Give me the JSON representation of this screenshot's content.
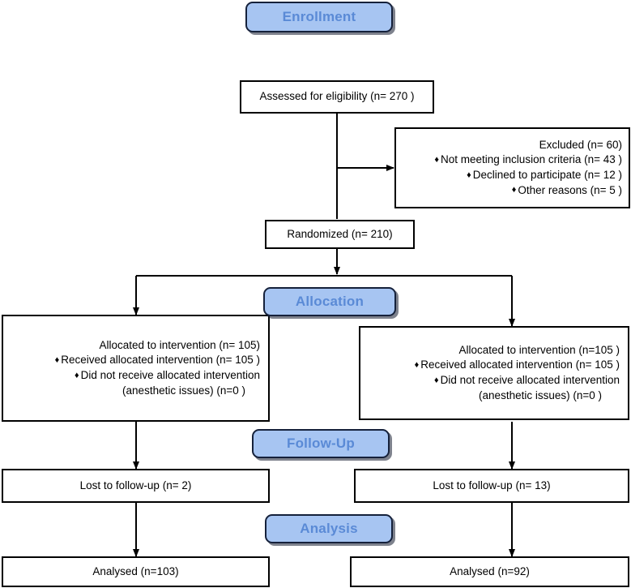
{
  "diagram": {
    "title": "CONSORT participant flow diagram",
    "colors": {
      "banner_fill": "#a7c5f2",
      "banner_border": "#15213b",
      "banner_text": "#5a8ad6",
      "box_border": "#000000",
      "box_fill": "#ffffff",
      "connector": "#000000"
    }
  },
  "banners": {
    "enrollment": "Enrollment",
    "allocation": "Allocation",
    "followup": "Follow-Up",
    "analysis": "Analysis"
  },
  "enrollment": {
    "assessed": "Assessed for eligibility (n= 270 )",
    "excluded": {
      "heading": "Excluded  (n= 60)",
      "reasons": [
        "Not meeting inclusion criteria (n= 43 )",
        "Declined to participate (n= 12 )",
        "Other reasons (n= 5 )"
      ]
    },
    "randomized": "Randomized (n= 210)"
  },
  "allocation": {
    "left": {
      "heading": "Allocated to intervention (n= 105)",
      "items": [
        "Received allocated intervention (n= 105 )",
        "Did not receive allocated intervention",
        "(anesthetic issues) (n=0  )"
      ]
    },
    "right": {
      "heading": "Allocated to intervention (n=105 )",
      "items": [
        "Received allocated intervention (n= 105 )",
        "Did not receive allocated intervention",
        "(anesthetic issues) (n=0  )"
      ]
    }
  },
  "followup": {
    "left": "Lost to follow-up  (n= 2)",
    "right": "Lost to follow-up (n= 13)"
  },
  "analysis": {
    "left": "Analysed  (n=103)",
    "right": "Analysed  (n=92)"
  },
  "icons": {
    "bullet": "♦",
    "arrow": "arrow-head-down"
  }
}
